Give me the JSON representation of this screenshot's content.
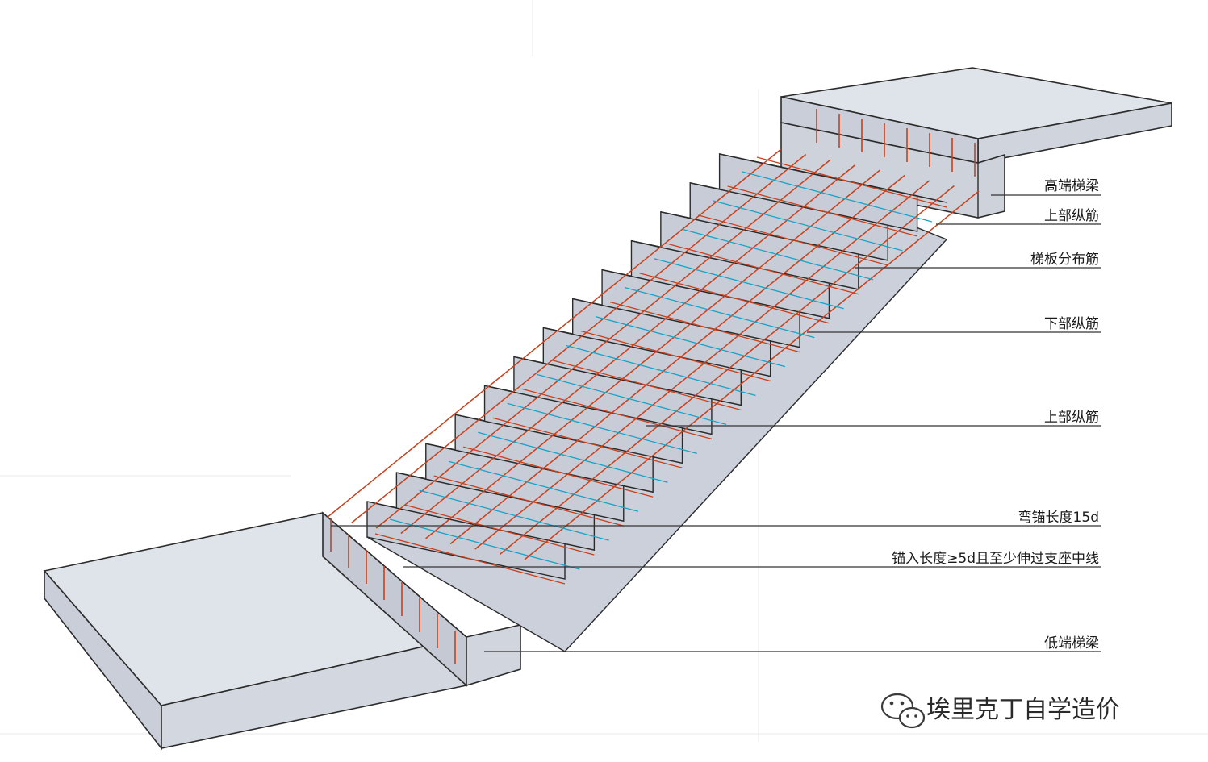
{
  "diagram": {
    "labels": {
      "high_end_beam": "高端梯梁",
      "top_longitudinal_bar_1": "上部纵筋",
      "slab_distribution_bar": "梯板分布筋",
      "bottom_longitudinal_bar": "下部纵筋",
      "top_longitudinal_bar_2": "上部纵筋",
      "bend_anchor_length": "弯锚长度15d",
      "anchor_length": "锚入长度≥5d且至少伸过支座中线",
      "low_end_beam": "低端梯梁"
    },
    "steps": 13
  },
  "watermark": {
    "text": "埃里克丁自学造价",
    "icon": "wechat-icon"
  },
  "colors": {
    "concrete_fill": "#d8dde6",
    "concrete_edge": "#2b2b2b",
    "rebar_red": "#c8401c",
    "rebar_blue": "#19a3c6"
  }
}
